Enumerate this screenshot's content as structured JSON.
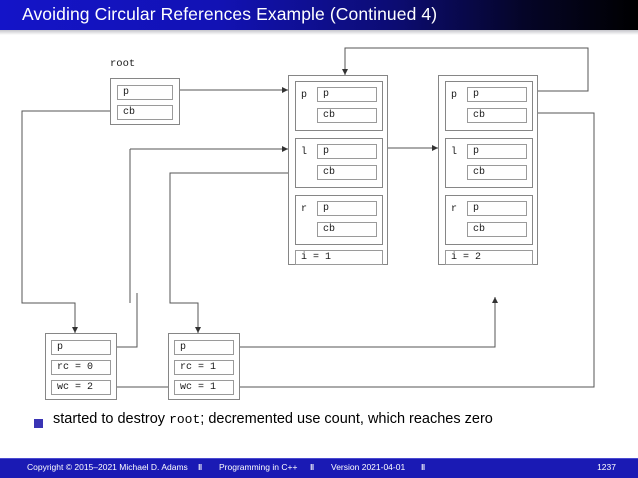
{
  "slide": {
    "title": "Avoiding Circular References Example (Continued 4)",
    "bullet": {
      "marker": "square-bullet-icon",
      "text_before": "started to destroy ",
      "code": "root",
      "text_after": "; decremented use count, which reaches zero"
    }
  },
  "figure": {
    "root_caption": "root",
    "root_handle": {
      "name": "root",
      "fields": [
        "p",
        "cb"
      ]
    },
    "nodes": [
      {
        "id": "node-1",
        "index_label": "i = 1",
        "slots": [
          {
            "label": "p",
            "fields": [
              "p",
              "cb"
            ]
          },
          {
            "label": "l",
            "fields": [
              "p",
              "cb"
            ]
          },
          {
            "label": "r",
            "fields": [
              "p",
              "cb"
            ]
          }
        ]
      },
      {
        "id": "node-2",
        "index_label": "i = 2",
        "slots": [
          {
            "label": "p",
            "fields": [
              "p",
              "cb"
            ]
          },
          {
            "label": "l",
            "fields": [
              "p",
              "cb"
            ]
          },
          {
            "label": "r",
            "fields": [
              "p",
              "cb"
            ]
          }
        ]
      }
    ],
    "control_blocks": [
      {
        "id": "cb-1",
        "fields": [
          "p",
          "rc = 0",
          "wc = 2"
        ]
      },
      {
        "id": "cb-2",
        "fields": [
          "p",
          "rc = 1",
          "wc = 1"
        ]
      }
    ]
  },
  "footer": {
    "copyright": "Copyright © 2015–2021 Michael D. Adams",
    "separator": "‖",
    "course": "Programming in C++",
    "version": "Version 2021-04-01",
    "page": "1237"
  },
  "colors": {
    "title_bar_start": "#1414c8",
    "title_bar_end": "#000000",
    "footer_bg": "#1a1ab4",
    "bullet": "#3a34b4",
    "box_border": "#868686",
    "wire": "#555555"
  }
}
